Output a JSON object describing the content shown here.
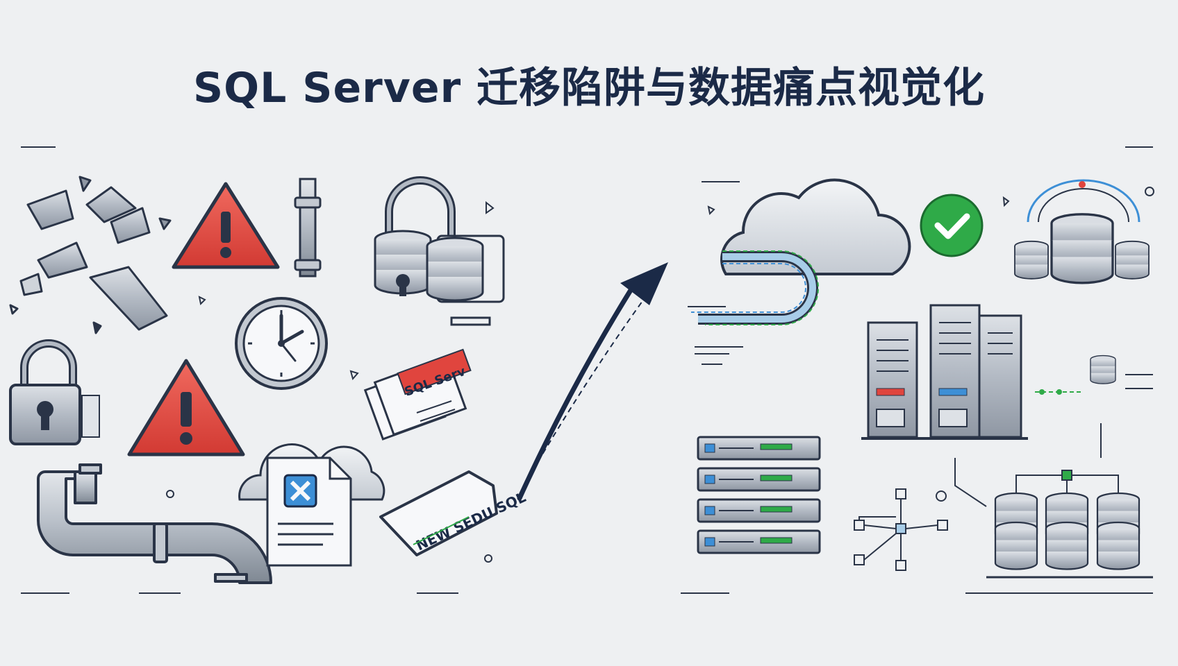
{
  "title": "SQL Server 迁移陷阱与数据痛点视觉化",
  "labels": {
    "sql_server_card": "SQL Serv",
    "new_server_tag": "NEW SEDU SQL"
  },
  "icons": [
    "broken-fragments-icon",
    "warning-triangle-icon",
    "pipe-fitting-icon",
    "padlock-database-icon",
    "clock-icon",
    "padlock-icon",
    "sql-server-document-icon",
    "broken-pipe-icon",
    "cloud-document-x-icon",
    "new-server-tag-icon",
    "upward-arrow-icon",
    "cloud-data-stream-icon",
    "success-check-icon",
    "database-cluster-icon",
    "server-tower-icon",
    "rack-server-icon",
    "network-nodes-icon",
    "database-array-icon"
  ],
  "colors": {
    "background": "#eef0f2",
    "title": "#1b2a47",
    "warning_red": "#e0453e",
    "success_green": "#2faa48",
    "steel": "#aab1bb",
    "navy": "#1b2a47",
    "accent_blue": "#3d8fd6"
  }
}
